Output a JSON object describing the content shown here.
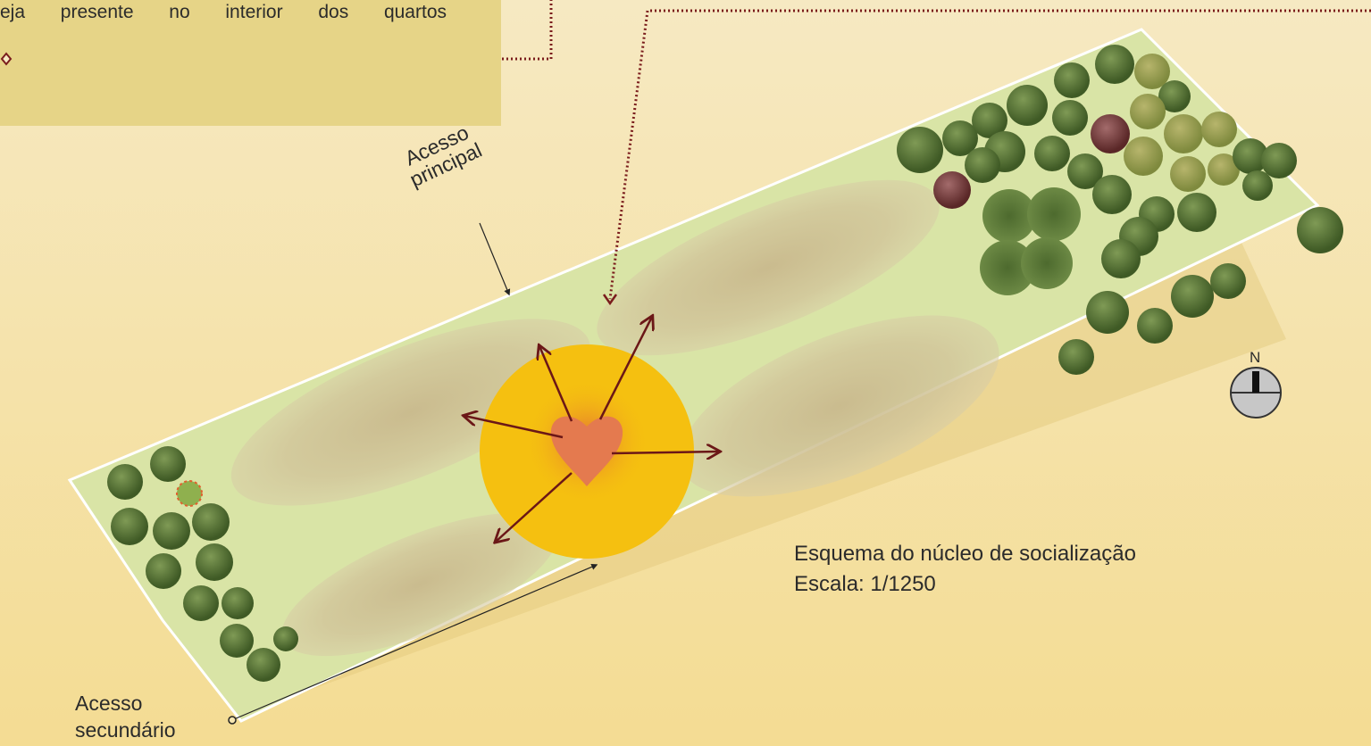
{
  "colors": {
    "background_top": "#f6e9c2",
    "background_bottom": "#f4dc93",
    "textbox": "#e6d487",
    "plot_fill": "#d9e4a6",
    "plot_border": "#ffffff",
    "circle": "#f5c010",
    "heart": "#e47a4f",
    "arrow": "#6b1717",
    "dotted_line": "#7a1c1c",
    "tree_dark": "#4b6a2c",
    "tree_light": "#7f9a55",
    "tree_purple": "#6e3a3a"
  },
  "intro_text": {
    "line": "eja presente no interior dos quartos"
  },
  "labels": {
    "main_access_line1": "Acesso",
    "main_access_line2": "principal",
    "secondary_access_line1": "Acesso",
    "secondary_access_line2": "secundário"
  },
  "caption": {
    "title": "Esquema do núcleo de socialização",
    "scale": "Escala: 1/1250"
  },
  "compass": {
    "letter": "N",
    "icon": "north-arrow-icon"
  },
  "icons": {
    "center": "heart-icon",
    "trees": "tree-icon"
  }
}
